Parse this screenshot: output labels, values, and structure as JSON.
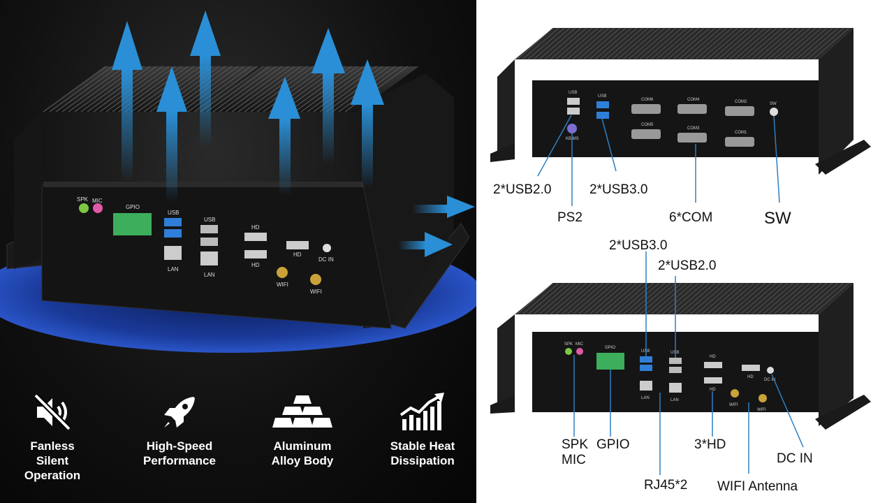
{
  "left": {
    "panel_labels": {
      "spk": "SPK",
      "mic": "MIC",
      "gpio": "GPIO",
      "usb_1": "USB",
      "usb_2": "USB",
      "lan_1": "LAN",
      "lan_2": "LAN",
      "hd_1": "HD",
      "hd_2": "HD",
      "hd_3": "HD",
      "dc_in": "DC IN",
      "wifi_1": "WIFI",
      "wifi_2": "WIFI"
    },
    "features": [
      {
        "icon": "speaker-mute-icon",
        "label": "Fanless\nSilent\nOperation"
      },
      {
        "icon": "rocket-icon",
        "label": "High-Speed\nPerformance"
      },
      {
        "icon": "ingot-stack-icon",
        "label": "Aluminum\nAlloy Body"
      },
      {
        "icon": "rising-chart-icon",
        "label": "Stable Heat\nDissipation"
      }
    ],
    "colors": {
      "arrow": "#2a8fd6",
      "halo": "#1f3fa0",
      "body": "#1c1c1c"
    }
  },
  "right": {
    "top_device": {
      "panel_labels": {
        "usb_a": "USB",
        "usb_b": "USB",
        "kbms": "KB/MS",
        "com6": "COM6",
        "com4": "COM4",
        "com2": "COM2",
        "com5": "COM5",
        "com3": "COM3",
        "com1": "COM1",
        "sw": "SW"
      },
      "callouts": {
        "usb20": "2*USB2.0",
        "usb30": "2*USB3.0",
        "ps2": "PS2",
        "com": "6*COM",
        "sw": "SW"
      }
    },
    "bottom_device": {
      "panel_labels": {
        "spk": "SPK",
        "mic": "MIC",
        "gpio": "GPIO",
        "usb_a": "USB",
        "usb_b": "USB",
        "lan_a": "LAN",
        "lan_b": "LAN",
        "hd_a": "HD",
        "hd_b": "HD",
        "hd_c": "HD",
        "dc_in": "DC IN",
        "wifi_a": "WIFI",
        "wifi_b": "WIFI"
      },
      "callouts": {
        "usb30": "2*USB3.0",
        "usb20": "2*USB2.0",
        "spk_mic": "SPK\nMIC",
        "gpio": "GPIO",
        "hd": "3*HD",
        "dc_in": "DC IN",
        "rj45": "RJ45*2",
        "wifi": "WIFI Antenna"
      }
    },
    "colors": {
      "leader": "#2f7fc0"
    }
  }
}
